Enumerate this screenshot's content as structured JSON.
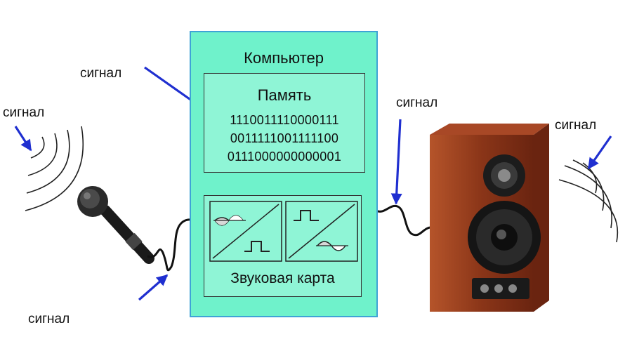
{
  "computer": {
    "title": "Компьютер",
    "memory": {
      "title": "Память",
      "rows": [
        "1110011110000111",
        "0011111001111100",
        "0111000000000001"
      ]
    },
    "sound_card": {
      "title": "Звуковая карта"
    }
  },
  "labels": {
    "signal_mid_left": "сигнал",
    "signal_far_left": "сигнал",
    "signal_bottom_left": "сигнал",
    "signal_mid_right": "сигнал",
    "signal_far_right": "сигнал"
  },
  "colors": {
    "computer_fill": "#6ff2cb",
    "computer_border": "#3fa3d6",
    "arrow": "#1f2fd0",
    "speaker_wood": "#8a3518"
  }
}
